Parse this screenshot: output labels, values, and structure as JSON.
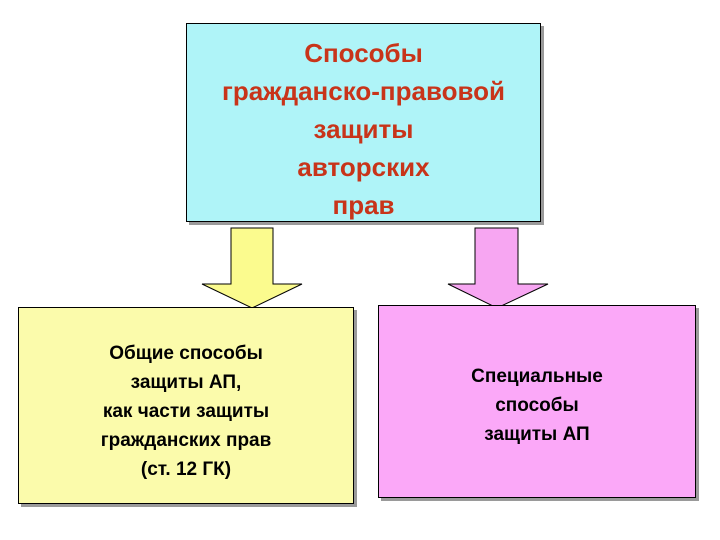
{
  "diagram": {
    "top_box": {
      "lines": [
        "Способы",
        "гражданско-правовой",
        "защиты",
        "авторских",
        "прав"
      ],
      "fill": "#aff4f8",
      "text_color": "#c8341a"
    },
    "left_box": {
      "lines": [
        "Общие способы",
        "защиты АП,",
        "как части защиты",
        "гражданских прав",
        "(ст. 12 ГК)"
      ],
      "fill": "#fbfbab"
    },
    "right_box": {
      "lines": [
        "Специальные",
        "способы",
        "защиты АП"
      ],
      "fill": "#fba8f8"
    },
    "left_arrow": {
      "fill": "#fbfb8e"
    },
    "right_arrow": {
      "fill": "#f7a6f2"
    }
  }
}
